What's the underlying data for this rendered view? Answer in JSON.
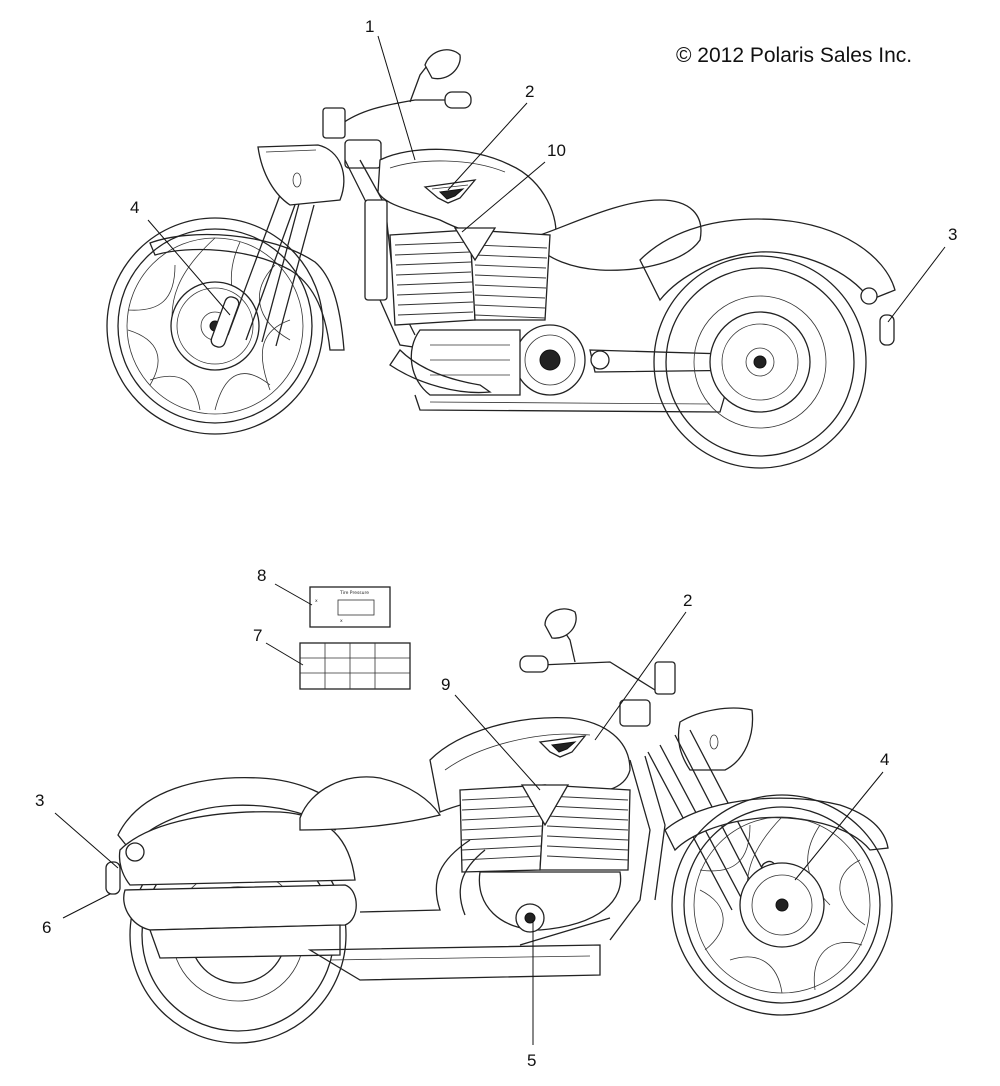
{
  "copyright": "© 2012 Polaris Sales Inc.",
  "callouts": {
    "top": [
      "1",
      "2",
      "10",
      "4",
      "3"
    ],
    "bottom": [
      "8",
      "2",
      "7",
      "9",
      "4",
      "3",
      "6",
      "5"
    ]
  }
}
